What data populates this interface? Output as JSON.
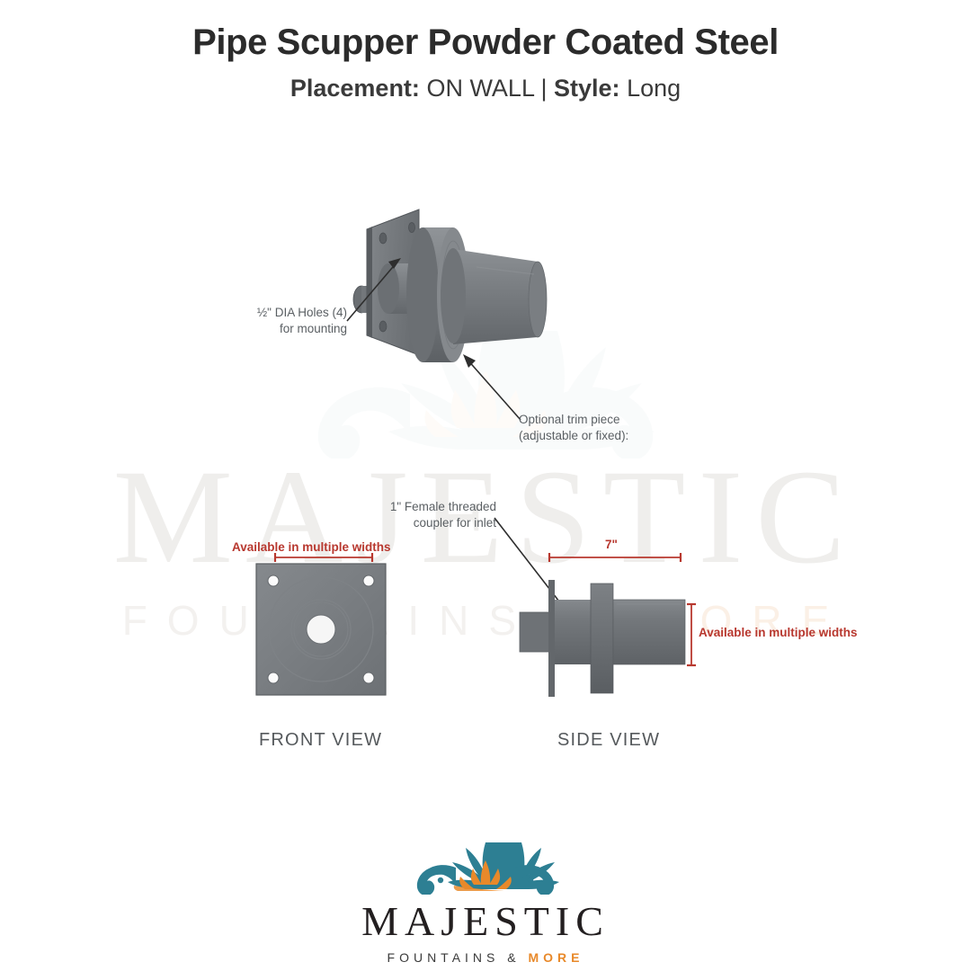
{
  "header": {
    "title": "Pipe Scupper Powder Coated Steel",
    "subtitle_placement_label": "Placement:",
    "subtitle_placement_value": "ON WALL",
    "subtitle_separator": "|",
    "subtitle_style_label": "Style:",
    "subtitle_style_value": "Long"
  },
  "annotations": {
    "holes": "½\" DIA Holes (4)\nfor mounting",
    "trim": "Optional trim piece\n(adjustable or fixed):",
    "coupler": "1\" Female threaded\ncoupler for inlet"
  },
  "dimensions": {
    "front_width": "Available in multiple widths",
    "side_length": "7\"",
    "side_height": "Available in multiple widths"
  },
  "views": {
    "front": "FRONT VIEW",
    "side": "SIDE VIEW"
  },
  "logo": {
    "word": "MAJESTIC",
    "sub_left": "FOUNTAINS &",
    "sub_right": "MORE"
  },
  "watermark": {
    "word": "MAJESTIC",
    "sub_left": "FOUNTAINS",
    "sub_mid": "&",
    "sub_right": "MORE"
  },
  "colors": {
    "dimension_red": "#b8382f",
    "note_gray": "#5a5f63",
    "metal_light": "#8a8e92",
    "metal_mid": "#74787c",
    "metal_dark": "#5f6367",
    "logo_teal": "#2d7f93",
    "logo_orange": "#e8892a",
    "title_dark": "#2b2b2b"
  }
}
